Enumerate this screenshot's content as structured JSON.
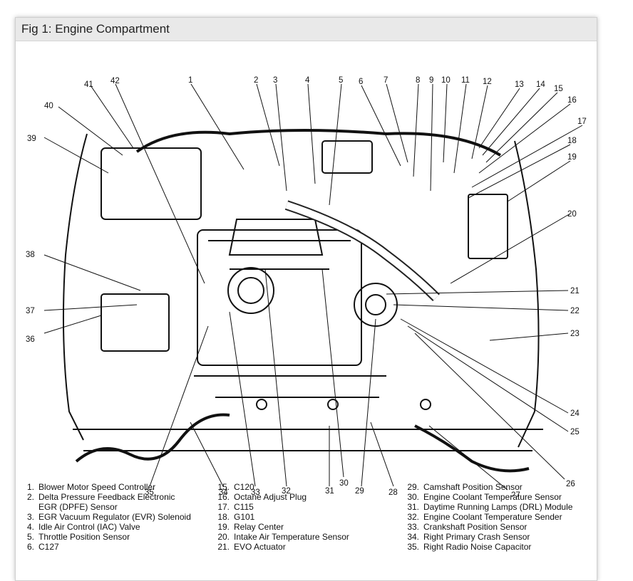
{
  "figure": {
    "title": "Fig 1: Engine Compartment"
  },
  "callouts": [
    "1",
    "2",
    "3",
    "4",
    "5",
    "6",
    "7",
    "8",
    "9",
    "10",
    "11",
    "12",
    "13",
    "14",
    "15",
    "16",
    "17",
    "18",
    "19",
    "20",
    "21",
    "22",
    "23",
    "24",
    "25",
    "26",
    "27",
    "28",
    "29",
    "30",
    "31",
    "32",
    "33",
    "34",
    "35",
    "36",
    "37",
    "38",
    "39",
    "40",
    "41",
    "42"
  ],
  "legend": {
    "col1": [
      {
        "n": "1.",
        "text": "Blower Motor Speed Controller"
      },
      {
        "n": "2.",
        "text": "Delta Pressure Feedback Electronic"
      },
      {
        "n": "",
        "text": "EGR (DPFE) Sensor"
      },
      {
        "n": "3.",
        "text": "EGR Vacuum Regulator (EVR) Solenoid"
      },
      {
        "n": "4.",
        "text": "Idle Air Control (IAC) Valve"
      },
      {
        "n": "5.",
        "text": "Throttle Position Sensor"
      },
      {
        "n": "6.",
        "text": "C127"
      }
    ],
    "col2": [
      {
        "n": "15.",
        "text": "C120"
      },
      {
        "n": "16.",
        "text": "Octane Adjust Plug"
      },
      {
        "n": "17.",
        "text": "C115"
      },
      {
        "n": "18.",
        "text": "G101"
      },
      {
        "n": "19.",
        "text": "Relay Center"
      },
      {
        "n": "20.",
        "text": "Intake Air Temperature Sensor"
      },
      {
        "n": "21.",
        "text": "EVO Actuator"
      }
    ],
    "col3": [
      {
        "n": "29.",
        "text": "Camshaft Position Sensor"
      },
      {
        "n": "30.",
        "text": "Engine Coolant Temperature Sensor"
      },
      {
        "n": "31.",
        "text": "Daytime Running Lamps (DRL) Module"
      },
      {
        "n": "32.",
        "text": "Engine Coolant Temperature Sender"
      },
      {
        "n": "33.",
        "text": "Crankshaft Position Sensor"
      },
      {
        "n": "34.",
        "text": "Right Primary Crash Sensor"
      },
      {
        "n": "35.",
        "text": "Right Radio Noise Capacitor"
      }
    ]
  }
}
